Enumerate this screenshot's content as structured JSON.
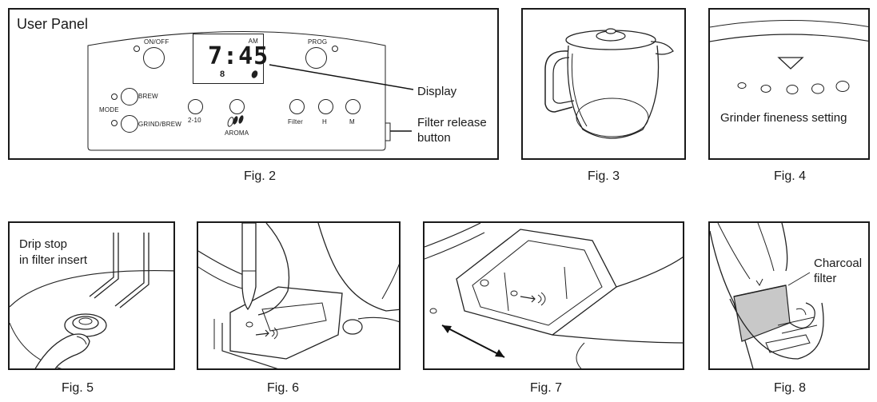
{
  "fig2": {
    "panel_title": "User Panel",
    "caption": "Fig. 2",
    "buttons": {
      "on_off": "ON/OFF",
      "prog": "PROG",
      "brew": "BREW",
      "mode": "MODE",
      "grind_brew": "GRIND/BREW",
      "two_ten": "2-10",
      "aroma": "AROMA",
      "filter": "Filter",
      "h": "H",
      "m": "M"
    },
    "display": {
      "time": "7:45",
      "ampm": "AM",
      "cups": "8"
    },
    "callouts": {
      "display": "Display",
      "filter_release_line1": "Filter release",
      "filter_release_line2": "button"
    }
  },
  "fig3": {
    "caption": "Fig. 3"
  },
  "fig4": {
    "caption": "Fig. 4",
    "label": "Grinder fineness setting"
  },
  "fig5": {
    "caption": "Fig. 5",
    "label_line1": "Drip stop",
    "label_line2": "in filter insert"
  },
  "fig6": {
    "caption": "Fig. 6"
  },
  "fig7": {
    "caption": "Fig. 7"
  },
  "fig8": {
    "caption": "Fig. 8",
    "label_line1": "Charcoal",
    "label_line2": "filter"
  }
}
